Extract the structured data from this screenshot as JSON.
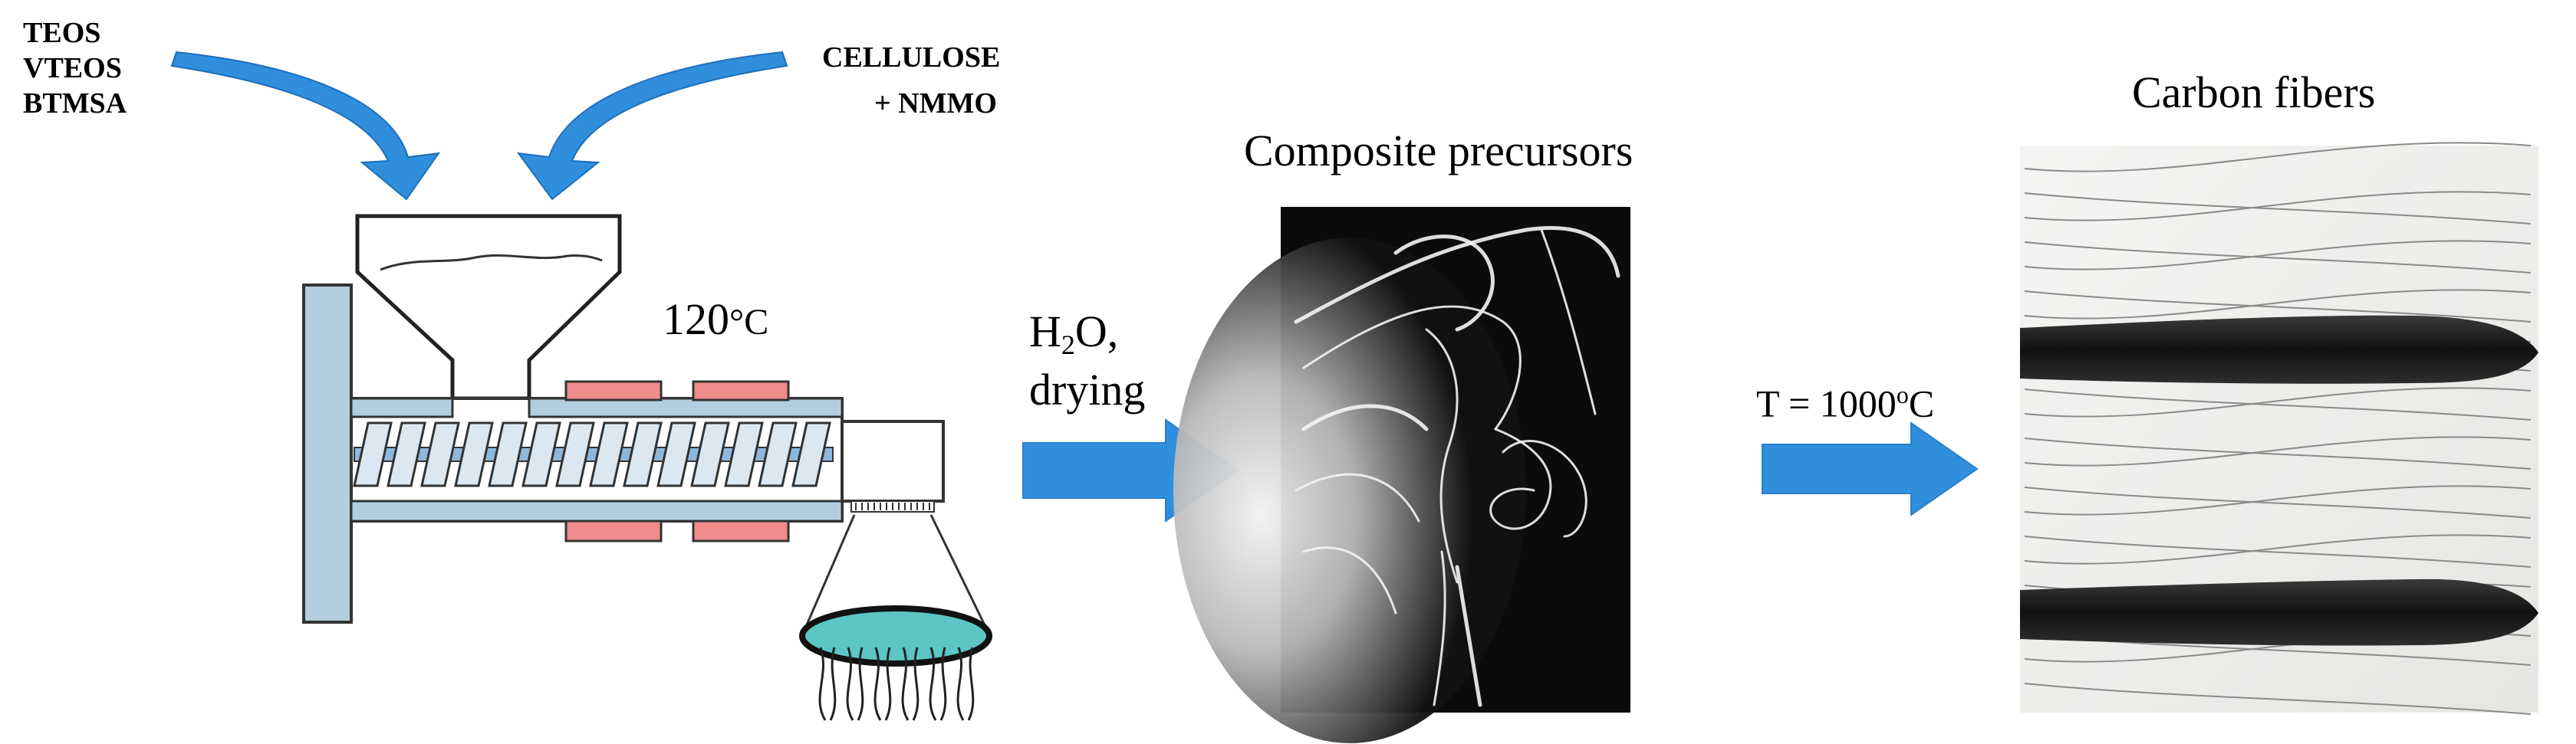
{
  "inputs": {
    "silanes": [
      "TEOS",
      "VTEOS",
      "BTMSA"
    ],
    "cellulose_line1": "CELLULOSE",
    "cellulose_line2": "+ NMMO"
  },
  "extruder": {
    "temperature": "120",
    "temperature_unit": "°C"
  },
  "step1": {
    "h2o_prefix": "H",
    "h2o_sub": "2",
    "h2o_suffix": "O,",
    "drying": "drying"
  },
  "step2": {
    "prefix": "T = 1000",
    "sup": "o",
    "unit": "C"
  },
  "photos": {
    "precursors_title": "Composite precursors",
    "fibers_title": "Carbon fibers"
  },
  "colors": {
    "arrow_blue": "#2f8fdd",
    "barrel_fill": "#b3cfdf",
    "heater_pink": "#f08c8c",
    "screw_blue": "#8db8dc",
    "collector_teal": "#5cc6c6"
  }
}
